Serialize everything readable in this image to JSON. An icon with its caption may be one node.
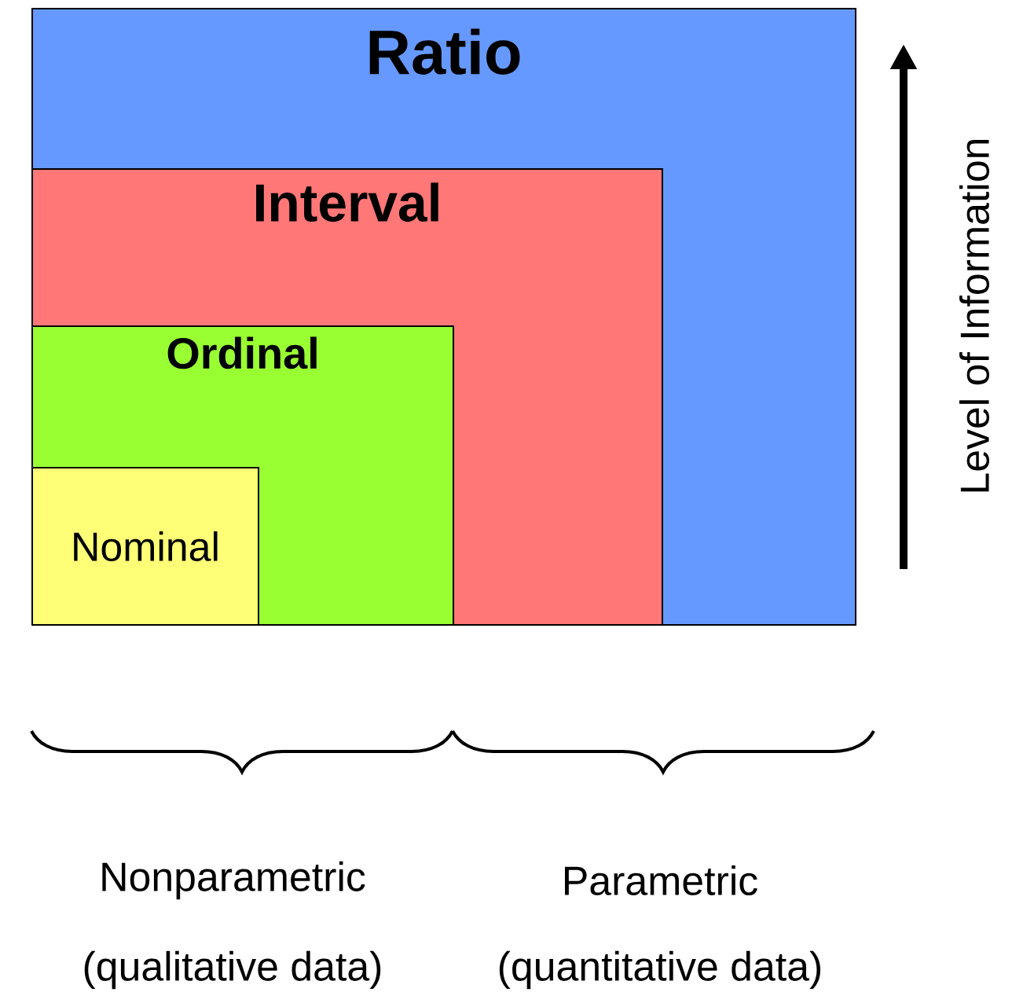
{
  "diagram": {
    "nodes": [
      {
        "text": [
          "Ratio"
        ]
      },
      {
        "text": [
          "Interval"
        ],
        "in": 0
      },
      {
        "text": [
          "Ordinal"
        ],
        "in": 1
      },
      {
        "text": [
          "Nominal"
        ],
        "in": 2
      }
    ],
    "labels": [
      "Level of Information",
      "Nonparametric",
      "(qualitative data)",
      "Parametric",
      "(quantitative data)"
    ]
  }
}
